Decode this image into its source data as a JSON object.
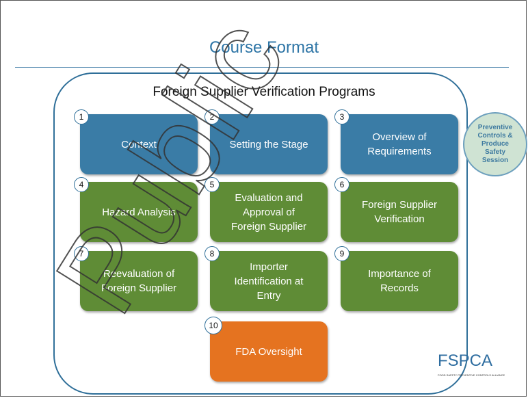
{
  "slide": {
    "title": "Course Format",
    "program_title": "Foreign Supplier Verification Programs",
    "side_badge": "Preventive\nControls &\nProduce\nSafety\nSession"
  },
  "modules": [
    {
      "number": "1",
      "label": "Context",
      "color": "blue"
    },
    {
      "number": "2",
      "label": "Setting the Stage",
      "color": "blue"
    },
    {
      "number": "3",
      "label": "Overview of\nRequirements",
      "color": "blue"
    },
    {
      "number": "4",
      "label": "Hazard Analysis",
      "color": "green"
    },
    {
      "number": "5",
      "label": "Evaluation and\nApproval of\nForeign Supplier",
      "color": "green"
    },
    {
      "number": "6",
      "label": "Foreign Supplier\nVerification",
      "color": "green"
    },
    {
      "number": "7",
      "label": "Reevaluation of\nForeign Supplier",
      "color": "green"
    },
    {
      "number": "8",
      "label": "Importer\nIdentification at\nEntry",
      "color": "green"
    },
    {
      "number": "9",
      "label": "Importance of\nRecords",
      "color": "green"
    },
    {
      "number": "10",
      "label": "FDA Oversight",
      "color": "orange"
    }
  ],
  "logo": {
    "text": "FSPCA",
    "subtitle": "FOOD SAFETY PREVENTIVE CONTROLS ALLIANCE"
  },
  "watermark": {
    "text": "Public Version"
  },
  "colors": {
    "blue": "#3a7ca6",
    "green": "#5f8c36",
    "orange": "#e57320",
    "accent": "#2e75a6"
  }
}
